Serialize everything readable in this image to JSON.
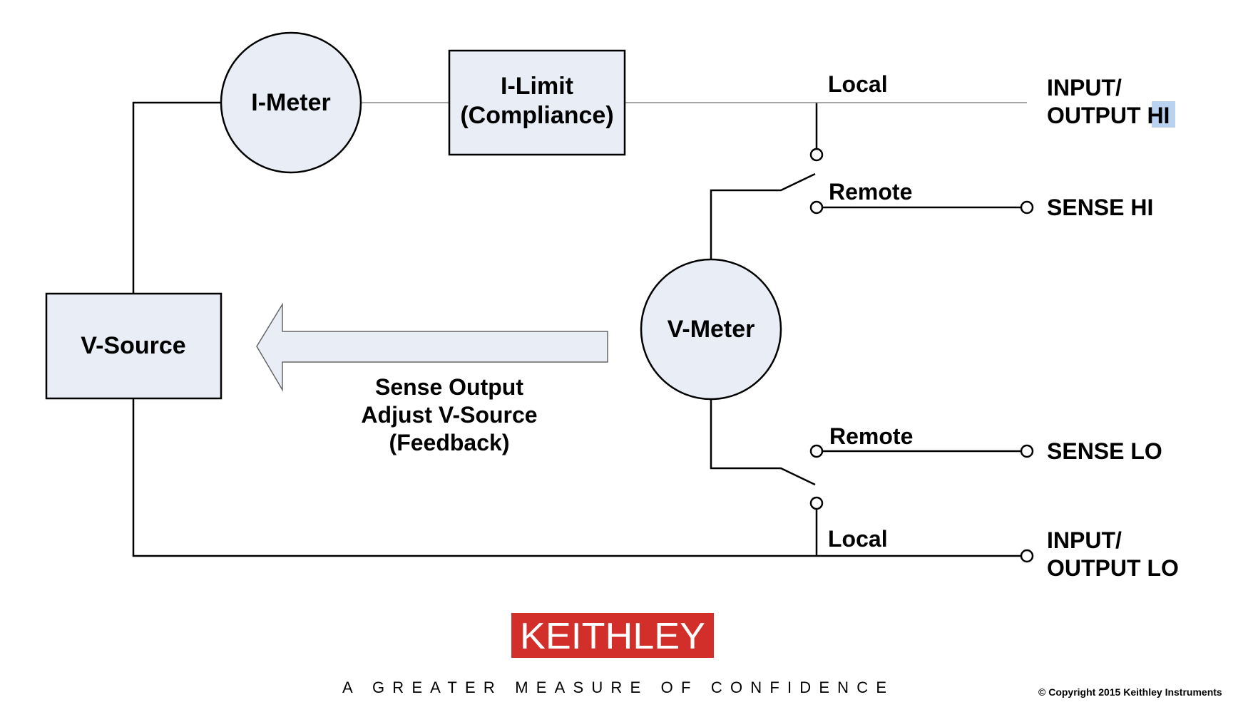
{
  "colors": {
    "fill": "#e8edf6",
    "stroke": "#000000",
    "thin_line": "#888888",
    "logo_bg": "#d32f2a",
    "highlight": "#b9d2f0"
  },
  "blocks": {
    "v_source": "V-Source",
    "i_meter": "I-Meter",
    "i_limit_line1": "I-Limit",
    "i_limit_line2": "(Compliance)",
    "v_meter": "V-Meter"
  },
  "switches": {
    "hi_local": "Local",
    "hi_remote": "Remote",
    "lo_remote": "Remote",
    "lo_local": "Local"
  },
  "terminals": {
    "io_hi_line1": "INPUT/",
    "io_hi_line2_a": "OUTPUT ",
    "io_hi_line2_b": "HI",
    "sense_hi": "SENSE HI",
    "sense_lo": "SENSE LO",
    "io_lo_line1": "INPUT/",
    "io_lo_line2": "OUTPUT LO"
  },
  "feedback": {
    "line1": "Sense Output",
    "line2": "Adjust V-Source",
    "line3": "(Feedback)"
  },
  "branding": {
    "logo": "KEITHLEY",
    "tagline": "A GREATER MEASURE OF CONFIDENCE",
    "copyright": "© Copyright 2015 Keithley Instruments"
  }
}
